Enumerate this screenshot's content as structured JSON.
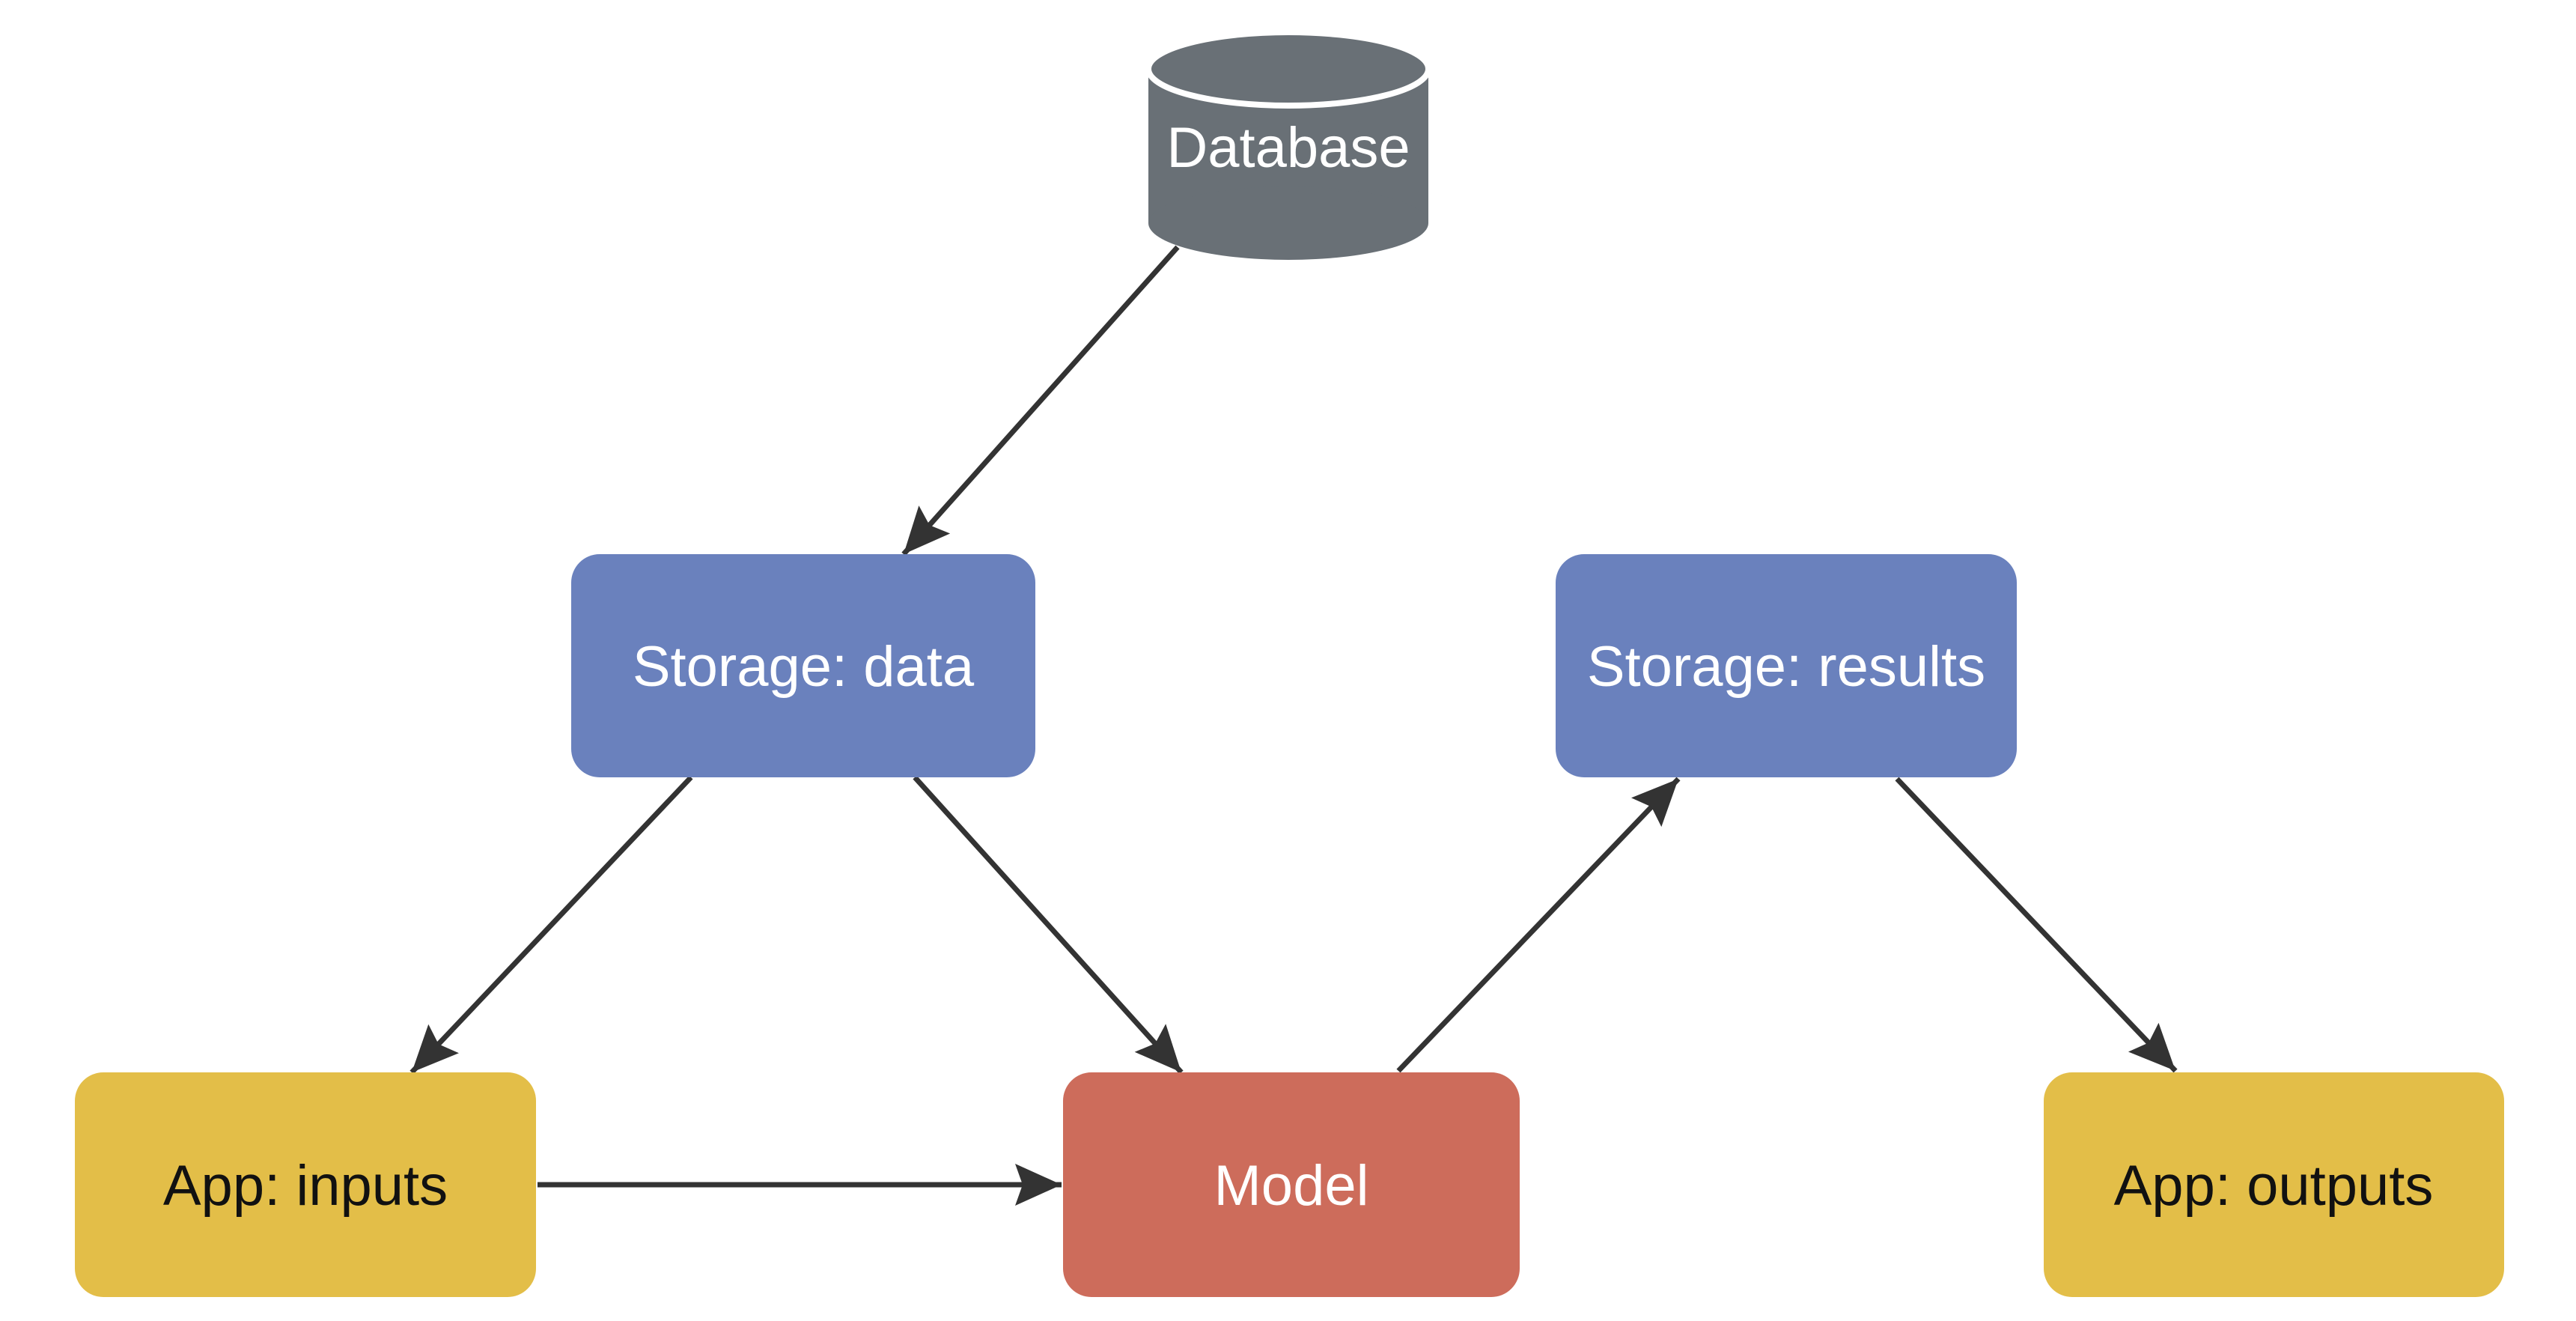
{
  "page": {
    "background_color": "#ffffff"
  },
  "diagram": {
    "type": "flowchart",
    "edge_color": "#333333",
    "nodes": {
      "database": {
        "label": "Database",
        "shape": "cylinder",
        "fill": "#697076",
        "text_color": "#ffffff"
      },
      "storage_data": {
        "label": "Storage: data",
        "shape": "rounded-rect",
        "fill": "#6a81bd",
        "text_color": "#ffffff"
      },
      "storage_results": {
        "label": "Storage: results",
        "shape": "rounded-rect",
        "fill": "#6a81bd",
        "text_color": "#ffffff"
      },
      "app_inputs": {
        "label": "App: inputs",
        "shape": "rounded-rect",
        "fill": "#e3be48",
        "text_color": "#111111"
      },
      "model": {
        "label": "Model",
        "shape": "rounded-rect",
        "fill": "#cd6c5b",
        "text_color": "#ffffff"
      },
      "app_outputs": {
        "label": "App: outputs",
        "shape": "rounded-rect",
        "fill": "#e3be48",
        "text_color": "#111111"
      }
    },
    "edges": [
      {
        "from": "Database",
        "to": "Storage: data"
      },
      {
        "from": "Storage: data",
        "to": "App: inputs"
      },
      {
        "from": "Storage: data",
        "to": "Model"
      },
      {
        "from": "App: inputs",
        "to": "Model"
      },
      {
        "from": "Model",
        "to": "Storage: results"
      },
      {
        "from": "Storage: results",
        "to": "App: outputs"
      }
    ]
  }
}
